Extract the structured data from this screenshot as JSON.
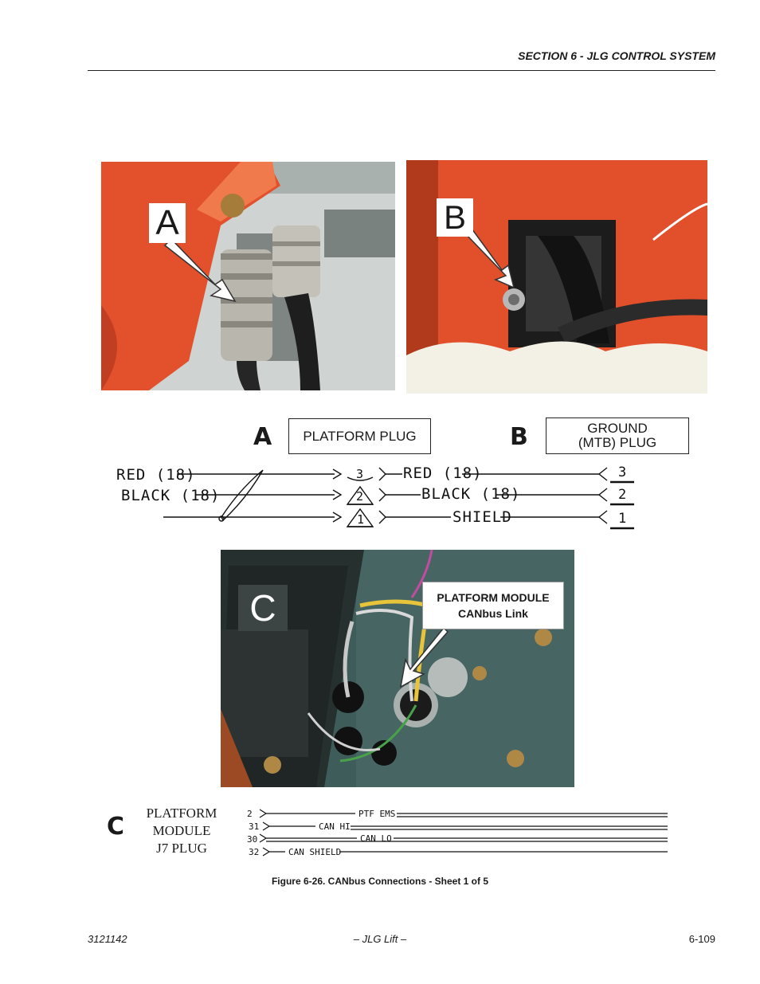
{
  "header": {
    "section": "SECTION 6 - JLG CONTROL SYSTEM"
  },
  "photos": {
    "a_letter": "A",
    "b_letter": "B",
    "c_letter": "C",
    "c_callout_line1": "PLATFORM MODULE",
    "c_callout_line2": "CANbus Link"
  },
  "diagram_a": {
    "letter": "A",
    "box": "PLATFORM PLUG",
    "left_wires": [
      "RED (18)",
      "BLACK (18)"
    ],
    "pins": [
      "3",
      "2",
      "1"
    ],
    "right_wires": [
      "RED (18)",
      "BLACK (18)",
      "SHIELD"
    ]
  },
  "diagram_b": {
    "letter": "B",
    "box_line1": "GROUND",
    "box_line2": "(MTB) PLUG",
    "pins": [
      "3",
      "2",
      "1"
    ]
  },
  "diagram_c": {
    "letter": "C",
    "label_lines": [
      "PLATFORM",
      "MODULE",
      "J7 PLUG"
    ],
    "pins": [
      "2",
      "31",
      "30",
      "32"
    ],
    "signals": [
      "PTF EMS",
      "CAN HI",
      "CAN LO",
      "CAN SHIELD"
    ]
  },
  "caption": "Figure 6-26.  CANbus Connections - Sheet 1 of 5",
  "footer": {
    "left": "3121142",
    "center": "– JLG Lift –",
    "right": "6-109"
  },
  "colors": {
    "jlg_orange": "#e0502c",
    "panel_teal": "#3c5a5a"
  }
}
